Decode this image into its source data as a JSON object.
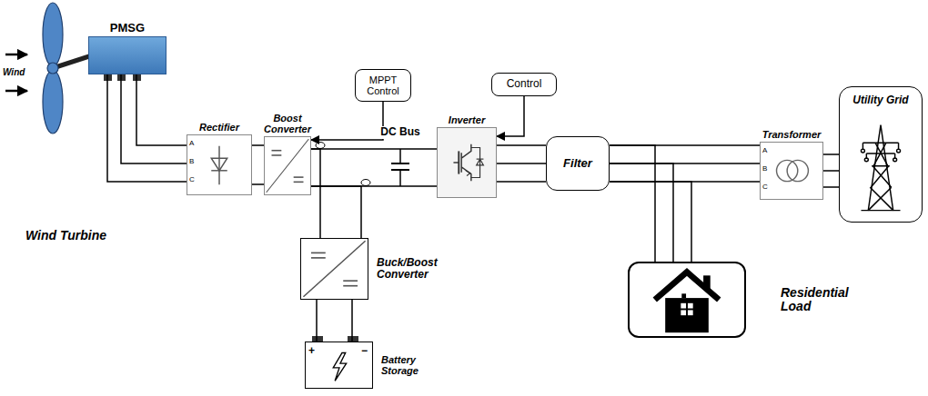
{
  "diagram": {
    "nodes": [
      {
        "text": [
          "PMSG"
        ]
      },
      {
        "text": [
          "MPPT Control"
        ]
      },
      {
        "text": [
          "Control"
        ]
      },
      {
        "text": [
          "Rectifier"
        ]
      },
      {
        "text": [
          "Boost Converter"
        ]
      },
      {
        "text": [
          "Inverter"
        ]
      },
      {
        "text": [
          "Filter"
        ]
      },
      {
        "text": [
          "Transformer"
        ]
      },
      {
        "text": [
          "Utility Grid"
        ]
      },
      {
        "text": [
          "Buck/Boost Converter"
        ]
      },
      {
        "text": [
          "Residential Load"
        ]
      },
      {
        "text": [
          "Battery Storage"
        ]
      }
    ],
    "edges": [
      {
        "from": 0,
        "to": 3,
        "arrow": "none"
      },
      {
        "from": 3,
        "to": 4,
        "arrow": "none"
      },
      {
        "from": 1,
        "to": 4,
        "arrow": "to"
      },
      {
        "from": 4,
        "to": 5,
        "label": "DC Bus",
        "arrow": "none"
      },
      {
        "from": 2,
        "to": 5,
        "arrow": "to"
      },
      {
        "from": 5,
        "to": 6,
        "arrow": "none"
      },
      {
        "from": 6,
        "to": 7,
        "arrow": "none"
      },
      {
        "from": 7,
        "to": 8,
        "arrow": "none"
      },
      {
        "from": 6,
        "to": 10,
        "arrow": "none"
      },
      {
        "from": 4,
        "to": 9,
        "arrow": "none"
      },
      {
        "from": 9,
        "to": 11,
        "arrow": "none"
      }
    ],
    "labels": [
      "Wind",
      "Wind Turbine",
      "A",
      "B",
      "C",
      "A",
      "B",
      "C",
      "+",
      "−"
    ]
  }
}
